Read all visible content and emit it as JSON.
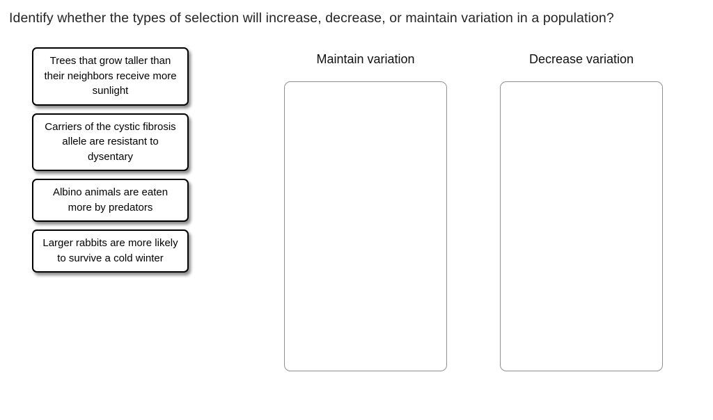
{
  "prompt": {
    "text": "Identify whether the types of selection will increase, decrease, or maintain variation in a population?"
  },
  "cards": [
    {
      "id": "card-trees",
      "label": "Trees that grow taller than their neighbors receive more sunlight"
    },
    {
      "id": "card-carriers",
      "label": "Carriers of the cystic fibrosis allele are resistant to dysentary"
    },
    {
      "id": "card-albino",
      "label": "Albino animals are eaten more by predators"
    },
    {
      "id": "card-rabbits",
      "label": "Larger rabbits are more likely to survive a cold winter"
    }
  ],
  "dropzones": [
    {
      "id": "dropzone-maintain",
      "label": "Maintain variation",
      "items": []
    },
    {
      "id": "dropzone-decrease",
      "label": "Decrease variation",
      "items": []
    }
  ],
  "colors": {
    "background": "#ffffff",
    "card_border": "#000000",
    "card_text": "#000000",
    "dropzone_border": "#8f8f8f",
    "prompt_text": "#242424"
  }
}
